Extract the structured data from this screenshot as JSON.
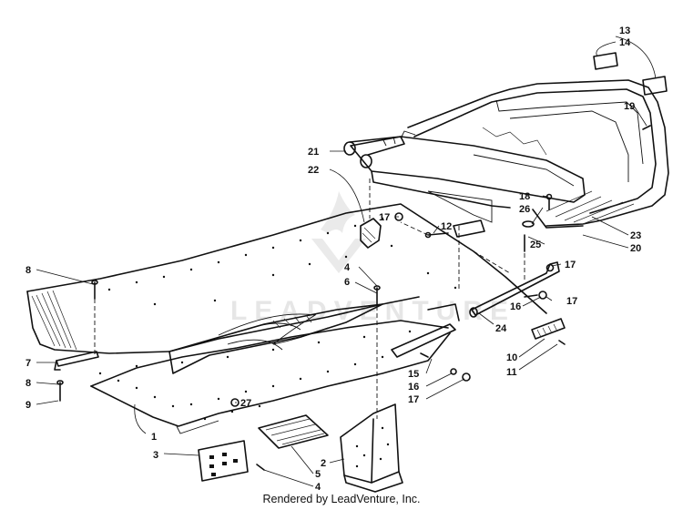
{
  "watermark": "LEADVENTURE",
  "credit": "Rendered by LeadVenture, Inc.",
  "callouts": [
    {
      "id": "13",
      "label": "13"
    },
    {
      "id": "14",
      "label": "14"
    },
    {
      "id": "19",
      "label": "19"
    },
    {
      "id": "21",
      "label": "21"
    },
    {
      "id": "22",
      "label": "22"
    },
    {
      "id": "18",
      "label": "18"
    },
    {
      "id": "26",
      "label": "26"
    },
    {
      "id": "17a",
      "label": "17"
    },
    {
      "id": "12",
      "label": "12"
    },
    {
      "id": "23",
      "label": "23"
    },
    {
      "id": "20",
      "label": "20"
    },
    {
      "id": "25",
      "label": "25"
    },
    {
      "id": "17b",
      "label": "17"
    },
    {
      "id": "8a",
      "label": "8"
    },
    {
      "id": "4a",
      "label": "4"
    },
    {
      "id": "6",
      "label": "6"
    },
    {
      "id": "16a",
      "label": "16"
    },
    {
      "id": "17c",
      "label": "17"
    },
    {
      "id": "24",
      "label": "24"
    },
    {
      "id": "7",
      "label": "7"
    },
    {
      "id": "10",
      "label": "10"
    },
    {
      "id": "11",
      "label": "11"
    },
    {
      "id": "8b",
      "label": "8"
    },
    {
      "id": "15",
      "label": "15"
    },
    {
      "id": "16b",
      "label": "16"
    },
    {
      "id": "9",
      "label": "9"
    },
    {
      "id": "17d",
      "label": "17"
    },
    {
      "id": "27",
      "label": "27"
    },
    {
      "id": "1",
      "label": "1"
    },
    {
      "id": "3",
      "label": "3"
    },
    {
      "id": "4b",
      "label": "4"
    },
    {
      "id": "5",
      "label": "5"
    },
    {
      "id": "2",
      "label": "2"
    }
  ]
}
